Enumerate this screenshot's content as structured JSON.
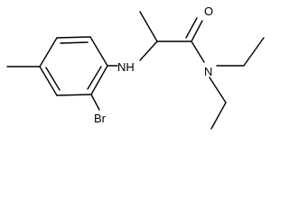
{
  "atom_labels": {
    "oxygen": "O",
    "amide_nitrogen": "N",
    "amine_nitrogen": "NH",
    "bromine": "Br"
  },
  "colors": {
    "bond": "#000000",
    "label": "#000000",
    "background": "#ffffff"
  }
}
